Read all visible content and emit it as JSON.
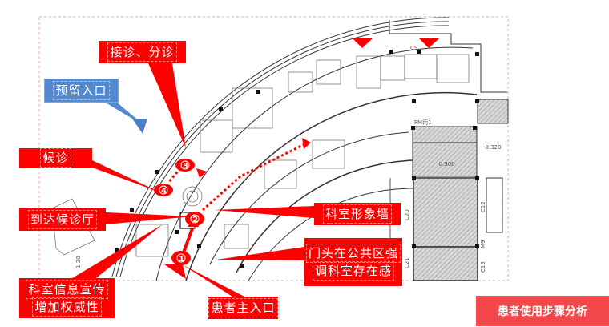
{
  "callouts": {
    "reception": "接诊、分诊",
    "reserved_entrance": "预留入口",
    "waiting": "候诊",
    "arrive_hall": "到达候诊厅",
    "info_line1": "科室信息宣传",
    "info_line2": "增加权威性",
    "main_entrance": "患者主入口",
    "image_wall": "科室形象墙",
    "door_line1": "门头在公共区强",
    "door_line2": "调科室存在感"
  },
  "steps": [
    "1",
    "2",
    "3",
    "4"
  ],
  "summary_label": "患者使用步骤分析",
  "plan_labels": {
    "c9": "C9",
    "c20": "C20",
    "c21": "C21",
    "c12": "C12",
    "c13": "C13",
    "m9": "M9",
    "level1": "-0.300",
    "level2": "-0.320",
    "fm1": "FM丙1",
    "scale": "1:20"
  },
  "colors": {
    "accent": "#ff0000",
    "blue": "#5289d0",
    "summary": "#f3474c"
  }
}
